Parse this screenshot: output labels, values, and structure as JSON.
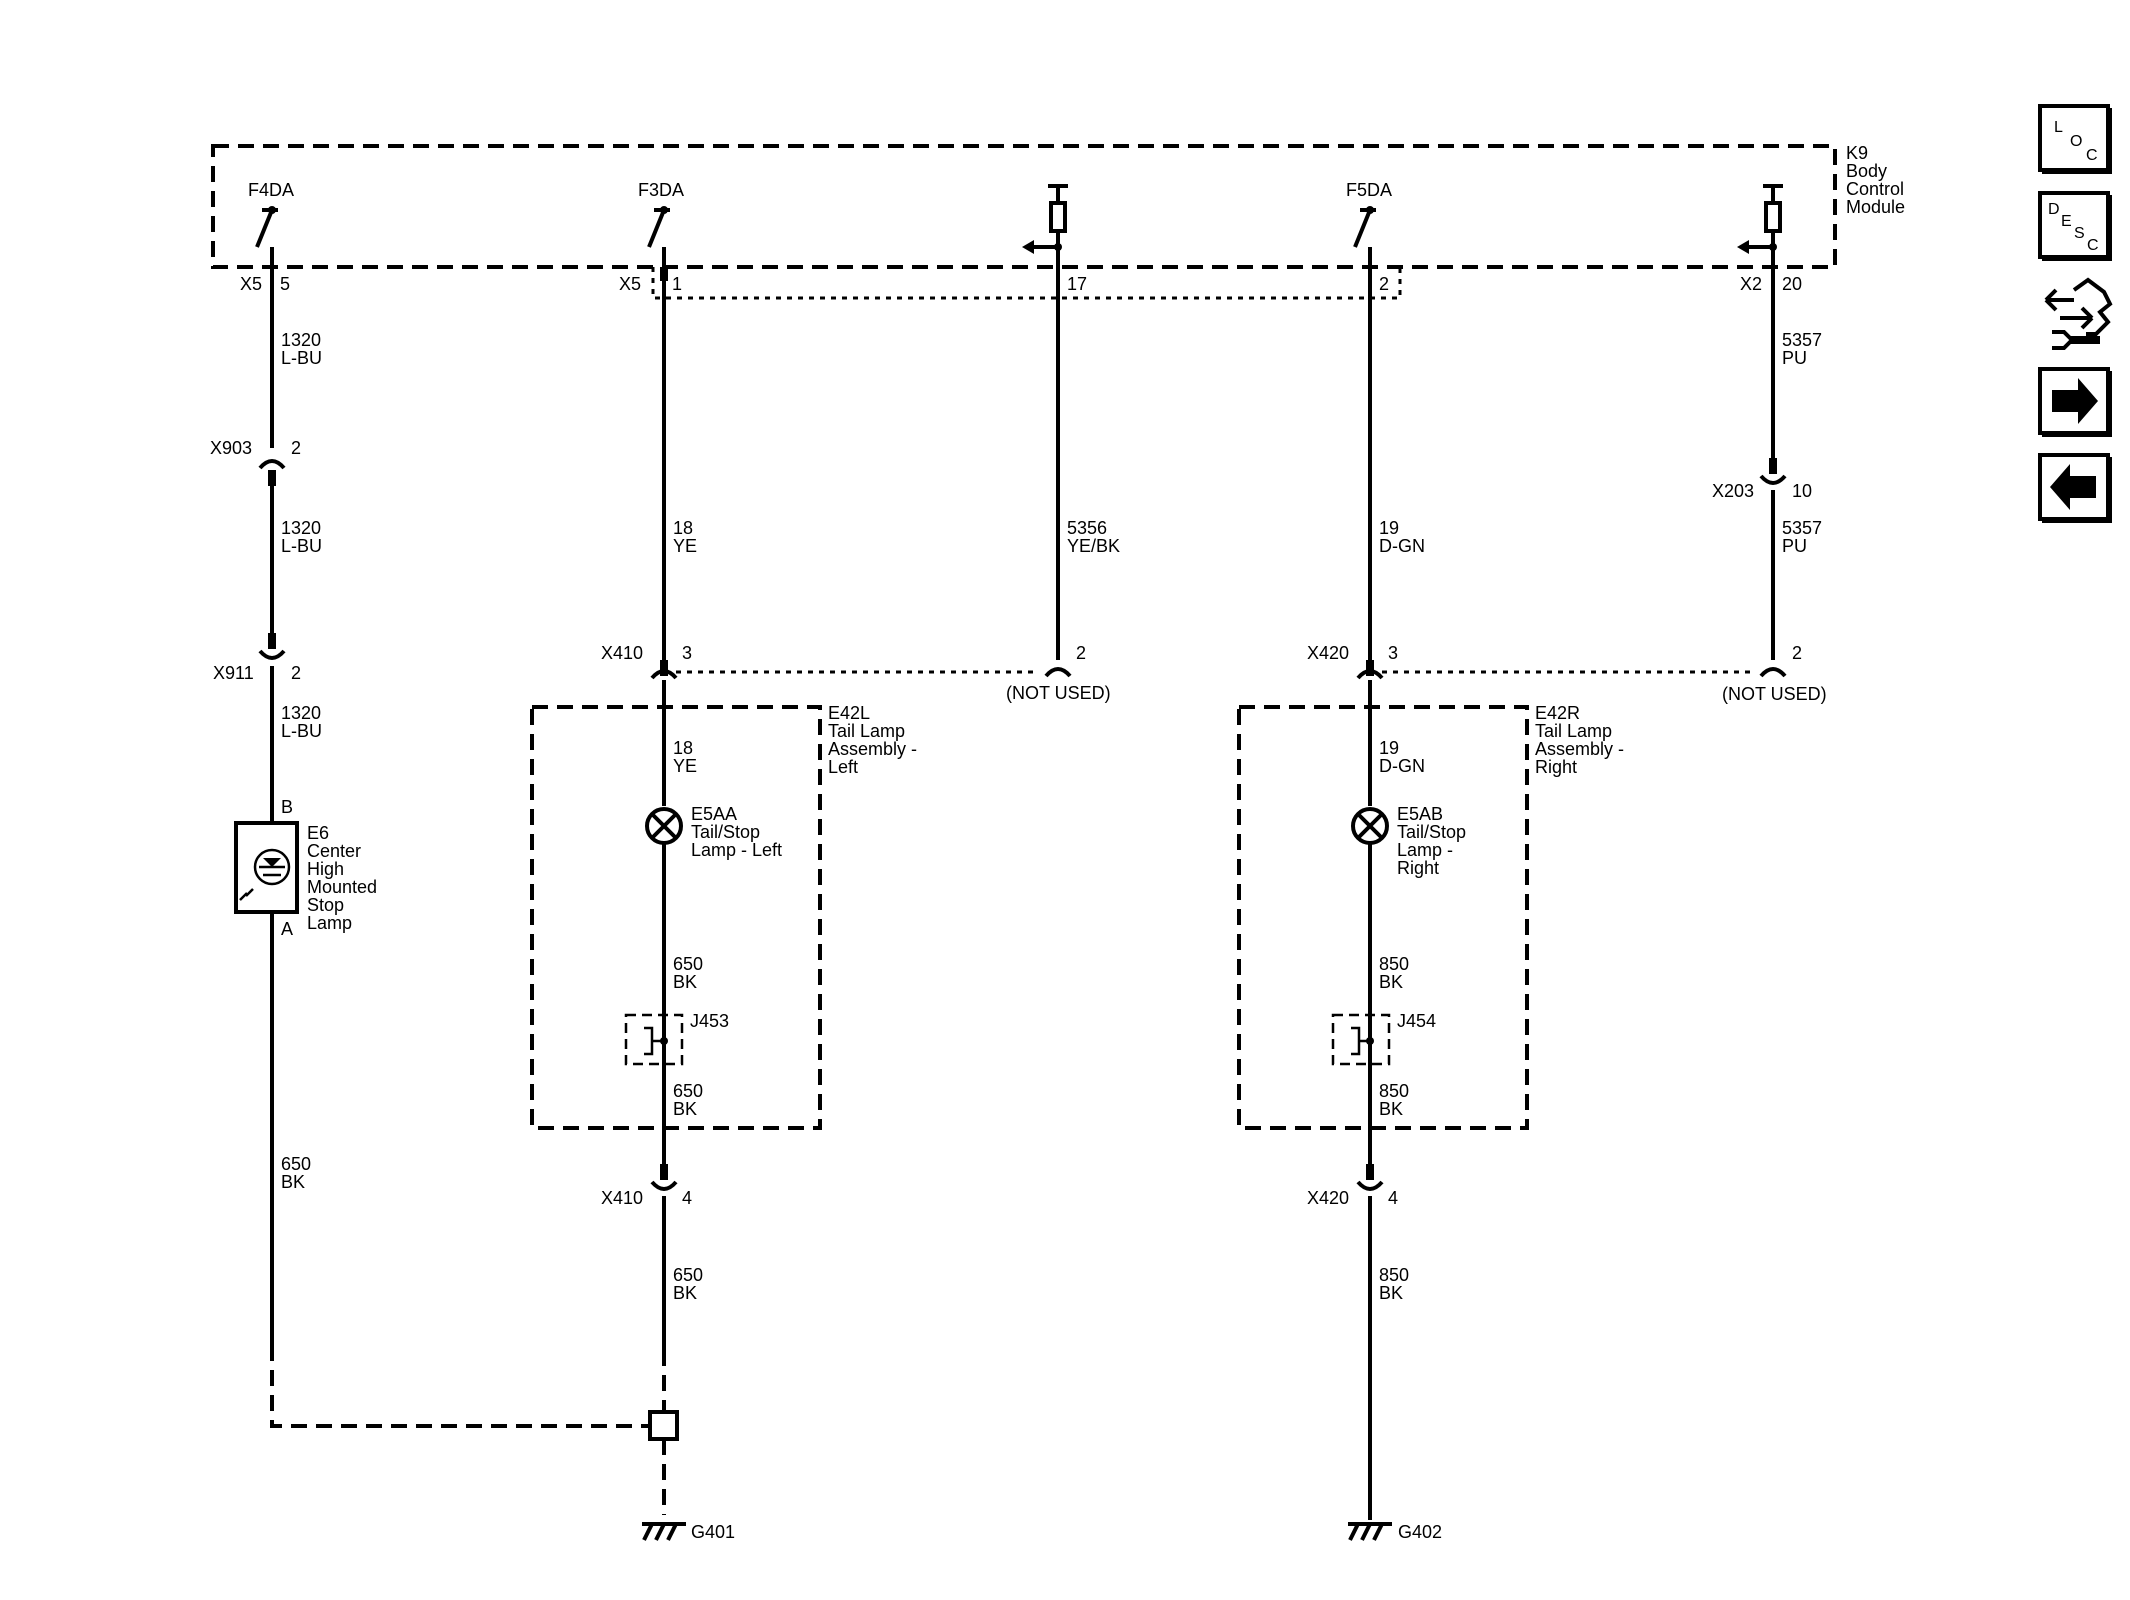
{
  "module": {
    "ref": "K9",
    "name_lines": [
      "Body",
      "Control",
      "Module"
    ]
  },
  "outputs": {
    "f4da": "F4DA",
    "f3da": "F3DA",
    "f5da": "F5DA"
  },
  "module_pins": {
    "x5_a": "X5",
    "p5": "5",
    "x5_b": "X5",
    "p1": "1",
    "p17": "17",
    "p2": "2",
    "x2": "X2",
    "p20": "20"
  },
  "wires": {
    "c1_top": [
      "1320",
      "L-BU"
    ],
    "c1_mid": [
      "1320",
      "L-BU"
    ],
    "c1_low": [
      "1320",
      "L-BU"
    ],
    "c1_gnd": [
      "650",
      "BK"
    ],
    "c2_top": [
      "18",
      "YE"
    ],
    "c2_in": [
      "18",
      "YE"
    ],
    "c2_lamp_out": [
      "650",
      "BK"
    ],
    "c2_splice_out": [
      "650",
      "BK"
    ],
    "c2_gnd": [
      "650",
      "BK"
    ],
    "c3": [
      "5356",
      "YE/BK"
    ],
    "c4_top": [
      "19",
      "D-GN"
    ],
    "c4_in": [
      "19",
      "D-GN"
    ],
    "c4_lamp_out": [
      "850",
      "BK"
    ],
    "c4_splice_out": [
      "850",
      "BK"
    ],
    "c4_gnd": [
      "850",
      "BK"
    ],
    "c5_top": [
      "5357",
      "PU"
    ],
    "c5_mid": [
      "5357",
      "PU"
    ]
  },
  "connectors": {
    "x903": "X903",
    "x903_pin": "2",
    "x911": "X911",
    "x911_pin": "2",
    "x410_top": "X410",
    "x410_top_pin": "3",
    "x410_top_pin2": "2",
    "x410_bot": "X410",
    "x410_bot_pin": "4",
    "x420_top": "X420",
    "x420_top_pin": "3",
    "x420_top_pin2": "2",
    "x420_bot": "X420",
    "x420_bot_pin": "4",
    "x203": "X203",
    "x203_pin": "10",
    "not_used_left": "(NOT USED)",
    "not_used_right": "(NOT USED)"
  },
  "components": {
    "e6": {
      "pin_b": "B",
      "pin_a": "A",
      "lines": [
        "E6",
        "Center",
        "High",
        "Mounted",
        "Stop",
        "Lamp"
      ]
    },
    "e42l": {
      "lines": [
        "E42L",
        "Tail Lamp",
        "Assembly -",
        "Left"
      ]
    },
    "e5aa": {
      "lines": [
        "E5AA",
        "Tail/Stop",
        "Lamp - Left"
      ]
    },
    "j453": "J453",
    "e42r": {
      "lines": [
        "E42R",
        "Tail Lamp",
        "Assembly -",
        "Right"
      ]
    },
    "e5ab": {
      "lines": [
        "E5AB",
        "Tail/Stop",
        "Lamp -",
        "Right"
      ]
    },
    "j454": "J454"
  },
  "grounds": {
    "g401": "G401",
    "g402": "G402"
  },
  "nav": {
    "loc": [
      "L",
      "O",
      "C"
    ],
    "desc": [
      "D",
      "E",
      "S",
      "C"
    ],
    "icons": [
      "connector-swap-icon",
      "next-arrow-icon",
      "previous-arrow-icon"
    ]
  }
}
